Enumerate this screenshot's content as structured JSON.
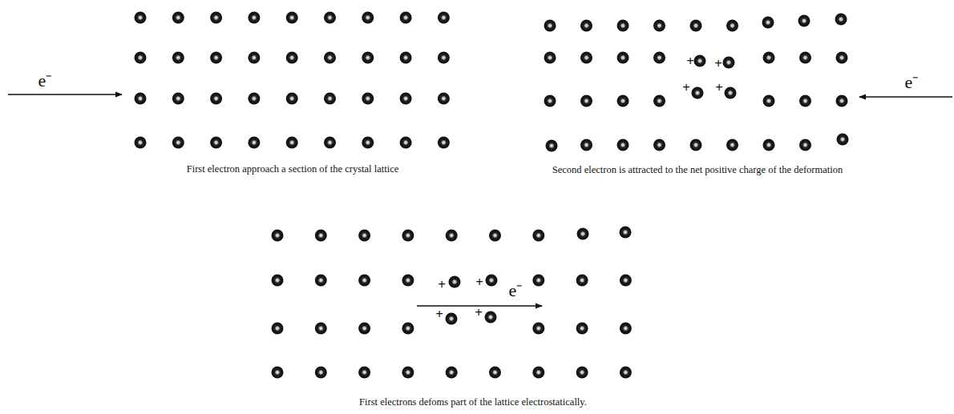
{
  "diagram": {
    "labels": [
      "e⁻",
      "First electron approach a section of the crystal lattice",
      "+",
      "+",
      "+",
      "+",
      "e⁻",
      "Second electron is attracted to the net positive charge of the deformation",
      "+",
      "+",
      "+",
      "+",
      "e⁻",
      "First electrons defoms part of the lattice electrostatically."
    ]
  }
}
